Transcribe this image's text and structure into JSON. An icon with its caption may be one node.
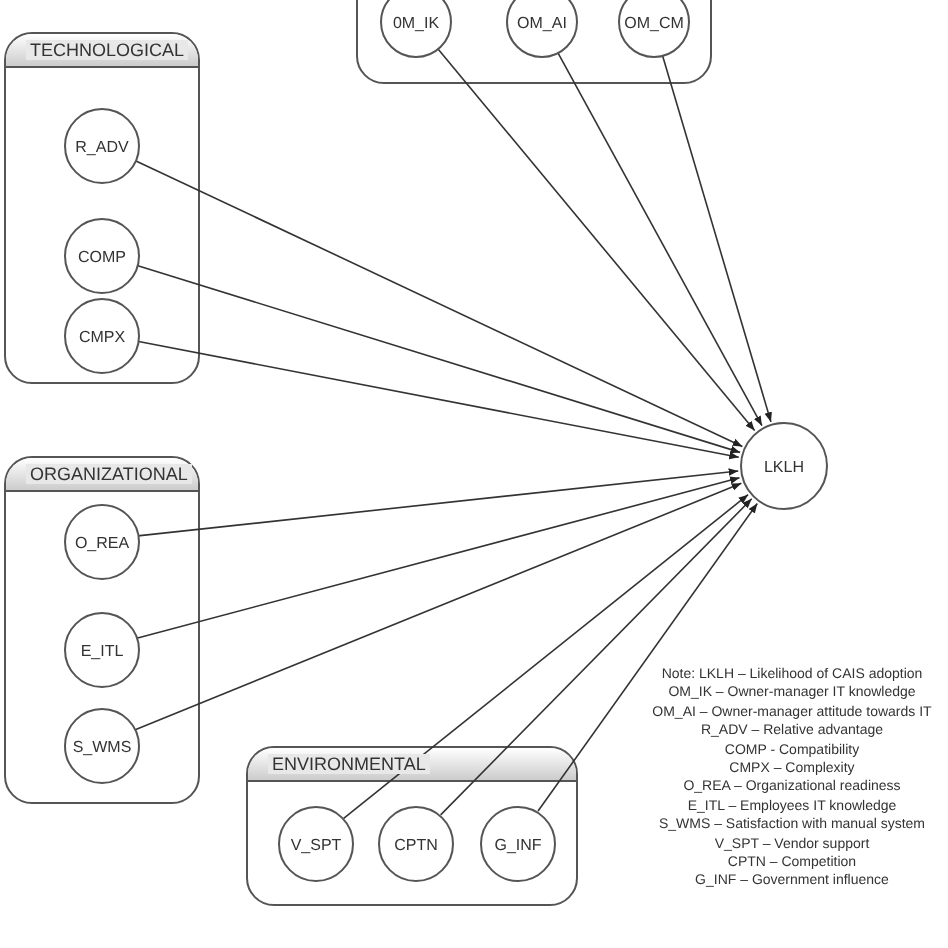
{
  "diagram": {
    "nodes": [
      {
        "text": [],
        "shape": "box"
      },
      {
        "text": [
          "0M_IK"
        ],
        "in": 0
      },
      {
        "text": [
          "OM_AI"
        ],
        "in": 0
      },
      {
        "text": [
          "OM_CM"
        ],
        "in": 0
      },
      {
        "text": [
          "TECHNOLOGICAL"
        ]
      },
      {
        "text": [
          "R_ADV"
        ],
        "in": 4
      },
      {
        "text": [
          "COMP"
        ],
        "in": 4
      },
      {
        "text": [
          "CMPX"
        ],
        "in": 4
      },
      {
        "text": [
          "LKLH"
        ]
      },
      {
        "text": [
          "ORGANIZATIONAL"
        ]
      },
      {
        "text": [
          "O_REA"
        ],
        "in": 9
      },
      {
        "text": [
          "E_ITL"
        ],
        "in": 9
      },
      {
        "text": [
          "S_WMS"
        ],
        "in": 9
      },
      {
        "text": [
          "ENVIRONMENTAL"
        ]
      },
      {
        "text": [
          "V_SPT"
        ],
        "in": 13
      },
      {
        "text": [
          "CPTN"
        ],
        "in": 13
      },
      {
        "text": [
          "G_INF"
        ],
        "in": 13
      }
    ],
    "edges": [
      {
        "from": 1,
        "to": 8,
        "arrow": "to"
      },
      {
        "from": 2,
        "to": 8,
        "arrow": "to"
      },
      {
        "from": 3,
        "to": 8,
        "arrow": "to"
      },
      {
        "from": 5,
        "to": 8,
        "arrow": "to"
      },
      {
        "from": 6,
        "to": 8,
        "arrow": "to"
      },
      {
        "from": 7,
        "to": 8,
        "arrow": "to"
      },
      {
        "from": 10,
        "to": 8,
        "arrow": "to"
      },
      {
        "from": 11,
        "to": 8,
        "arrow": "to"
      },
      {
        "from": 12,
        "to": 8,
        "arrow": "to"
      },
      {
        "from": 14,
        "to": 8,
        "arrow": "to"
      },
      {
        "from": 15,
        "to": 8,
        "arrow": "to"
      },
      {
        "from": 16,
        "to": 8,
        "arrow": "to"
      }
    ],
    "labels": [
      "Note: LKLH – Likelihood of CAIS adoption",
      "OM_IK – Owner-manager IT knowledge",
      "OM_AI – Owner-manager attitude towards IT",
      "R_ADV – Relative advantage",
      "COMP - Compatibility",
      "CMPX – Complexity",
      "O_REA – Organizational readiness",
      "E_ITL – Employees IT knowledge",
      "S_WMS – Satisfaction with manual system",
      "V_SPT – Vendor support",
      "CPTN – Competition",
      "G_INF – Government influence"
    ]
  }
}
